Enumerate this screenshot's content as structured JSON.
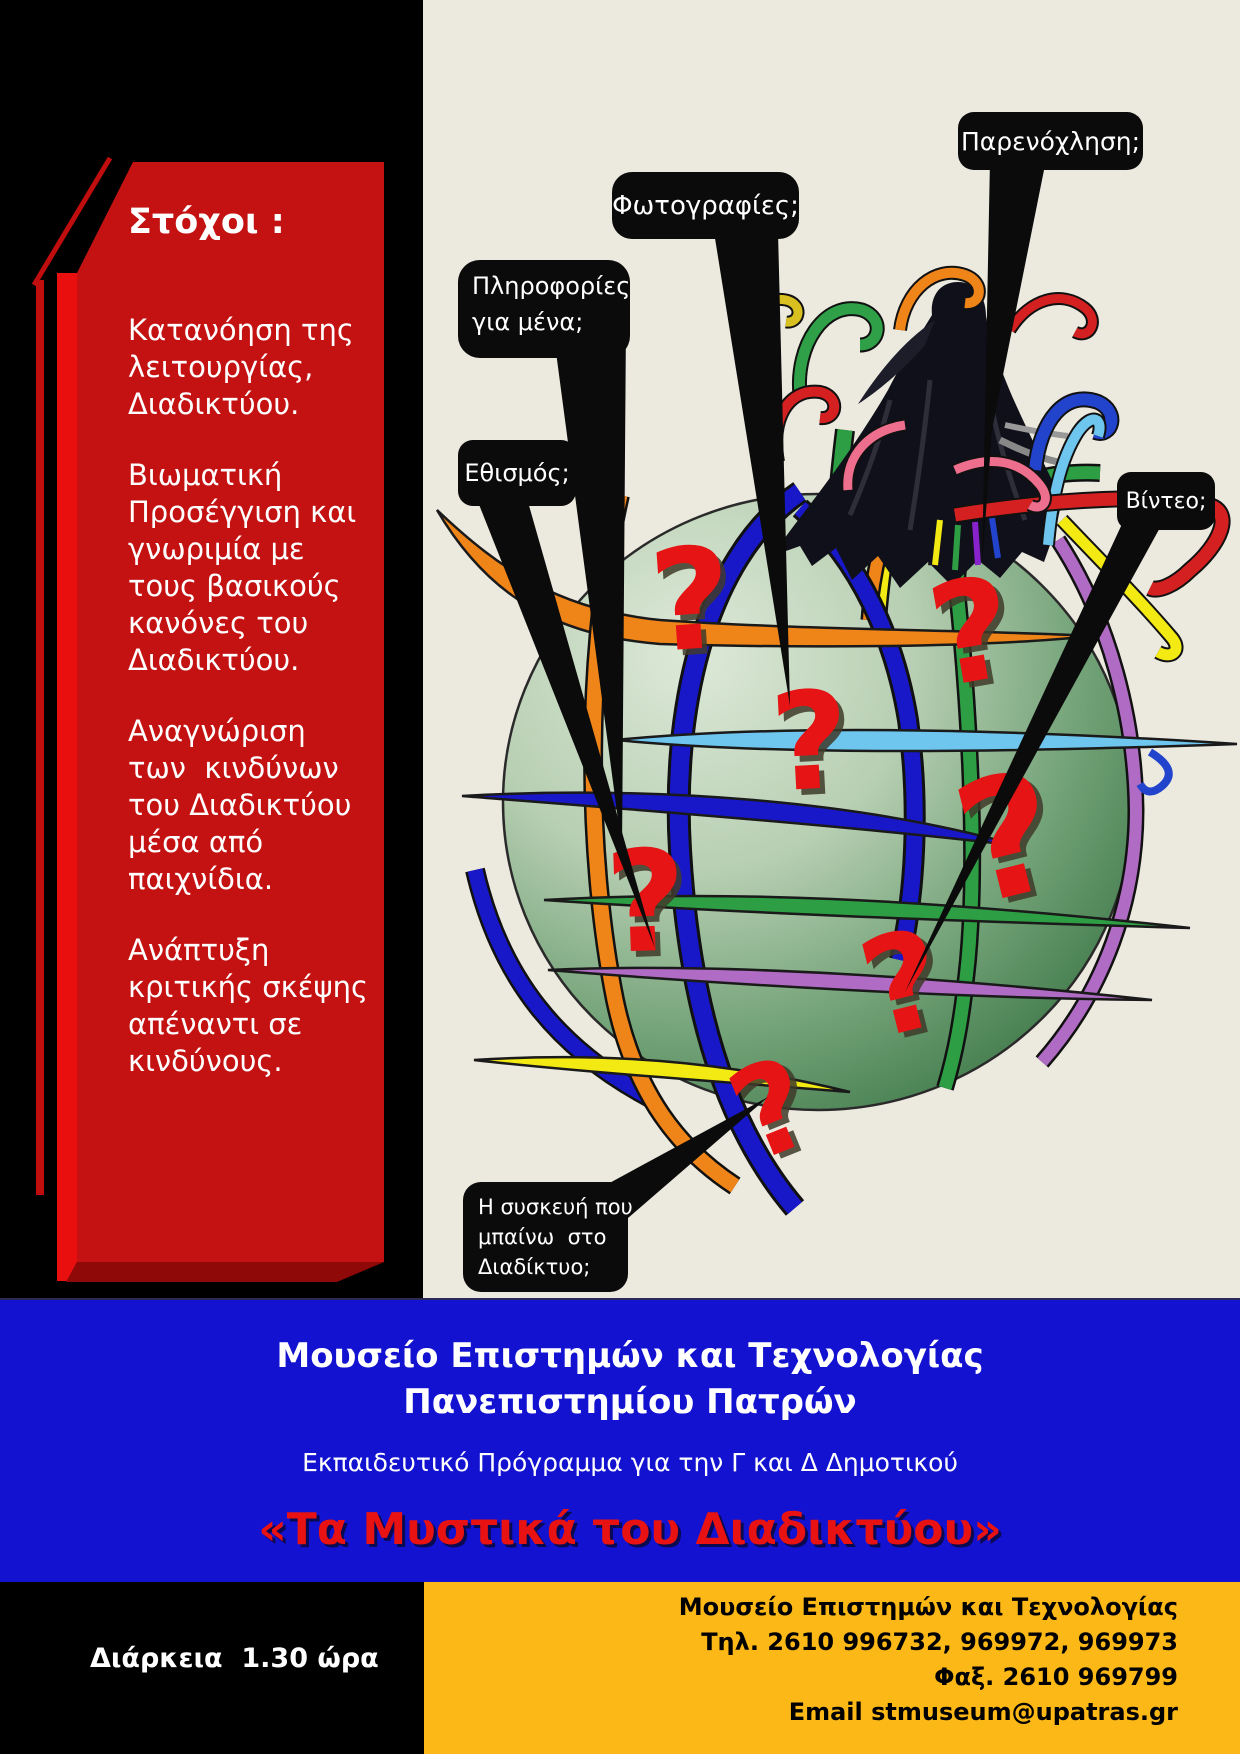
{
  "sidebar": {
    "title": "Στόχοι :",
    "goals": [
      "Κατανόηση της\nλειτουργίας,\nΔιαδικτύου.",
      "Βιωματική\nΠροσέγγιση και\nγνωριμία με\nτους βασικούς\nκανόνες του\nΔιαδικτύου.",
      "Αναγνώριση\nτων  κινδύνων\nτου Διαδικτύου\nμέσα από\nπαιχνίδια.",
      "Ανάπτυξη\nκριτικής σκέψης\nαπέναντι σε\nκινδύνους."
    ]
  },
  "callouts": {
    "harassment": "Παρενόχληση;",
    "photos": "Φωτογραφίες;",
    "info": "Πληροφορίες\nγια μένα;",
    "addiction": "Εθισμός;",
    "video": "Βίντεο;",
    "device": "Η συσκευή που\nμπαίνω  στο\nΔιαδίκτυο;"
  },
  "globe": {
    "question_mark": "?"
  },
  "blue_band": {
    "line1": "Μουσείο  Επιστημών και Τεχνολογίας",
    "line2": "Πανεπιστημίου Πατρών",
    "subtitle": "Εκπαιδευτικό Πρόγραμμα για την Γ και Δ Δημοτικού",
    "program_title": "«Τα Μυστικά του Διαδικτύου»"
  },
  "footer": {
    "duration": "Διάρκεια  1.30 ώρα",
    "org": "Μουσείο Επιστημών και Τεχνολογίας",
    "phone": "Τηλ. 2610 996732, 969972, 969973",
    "fax": "Φαξ. 2610 969799",
    "email": "Email stmuseum@upatras.gr"
  },
  "colors": {
    "banner_red": "#c41212",
    "blue_band": "#1212d0",
    "yellow": "#fbb817",
    "cream": "#eceadf",
    "question_red": "#e61414"
  }
}
